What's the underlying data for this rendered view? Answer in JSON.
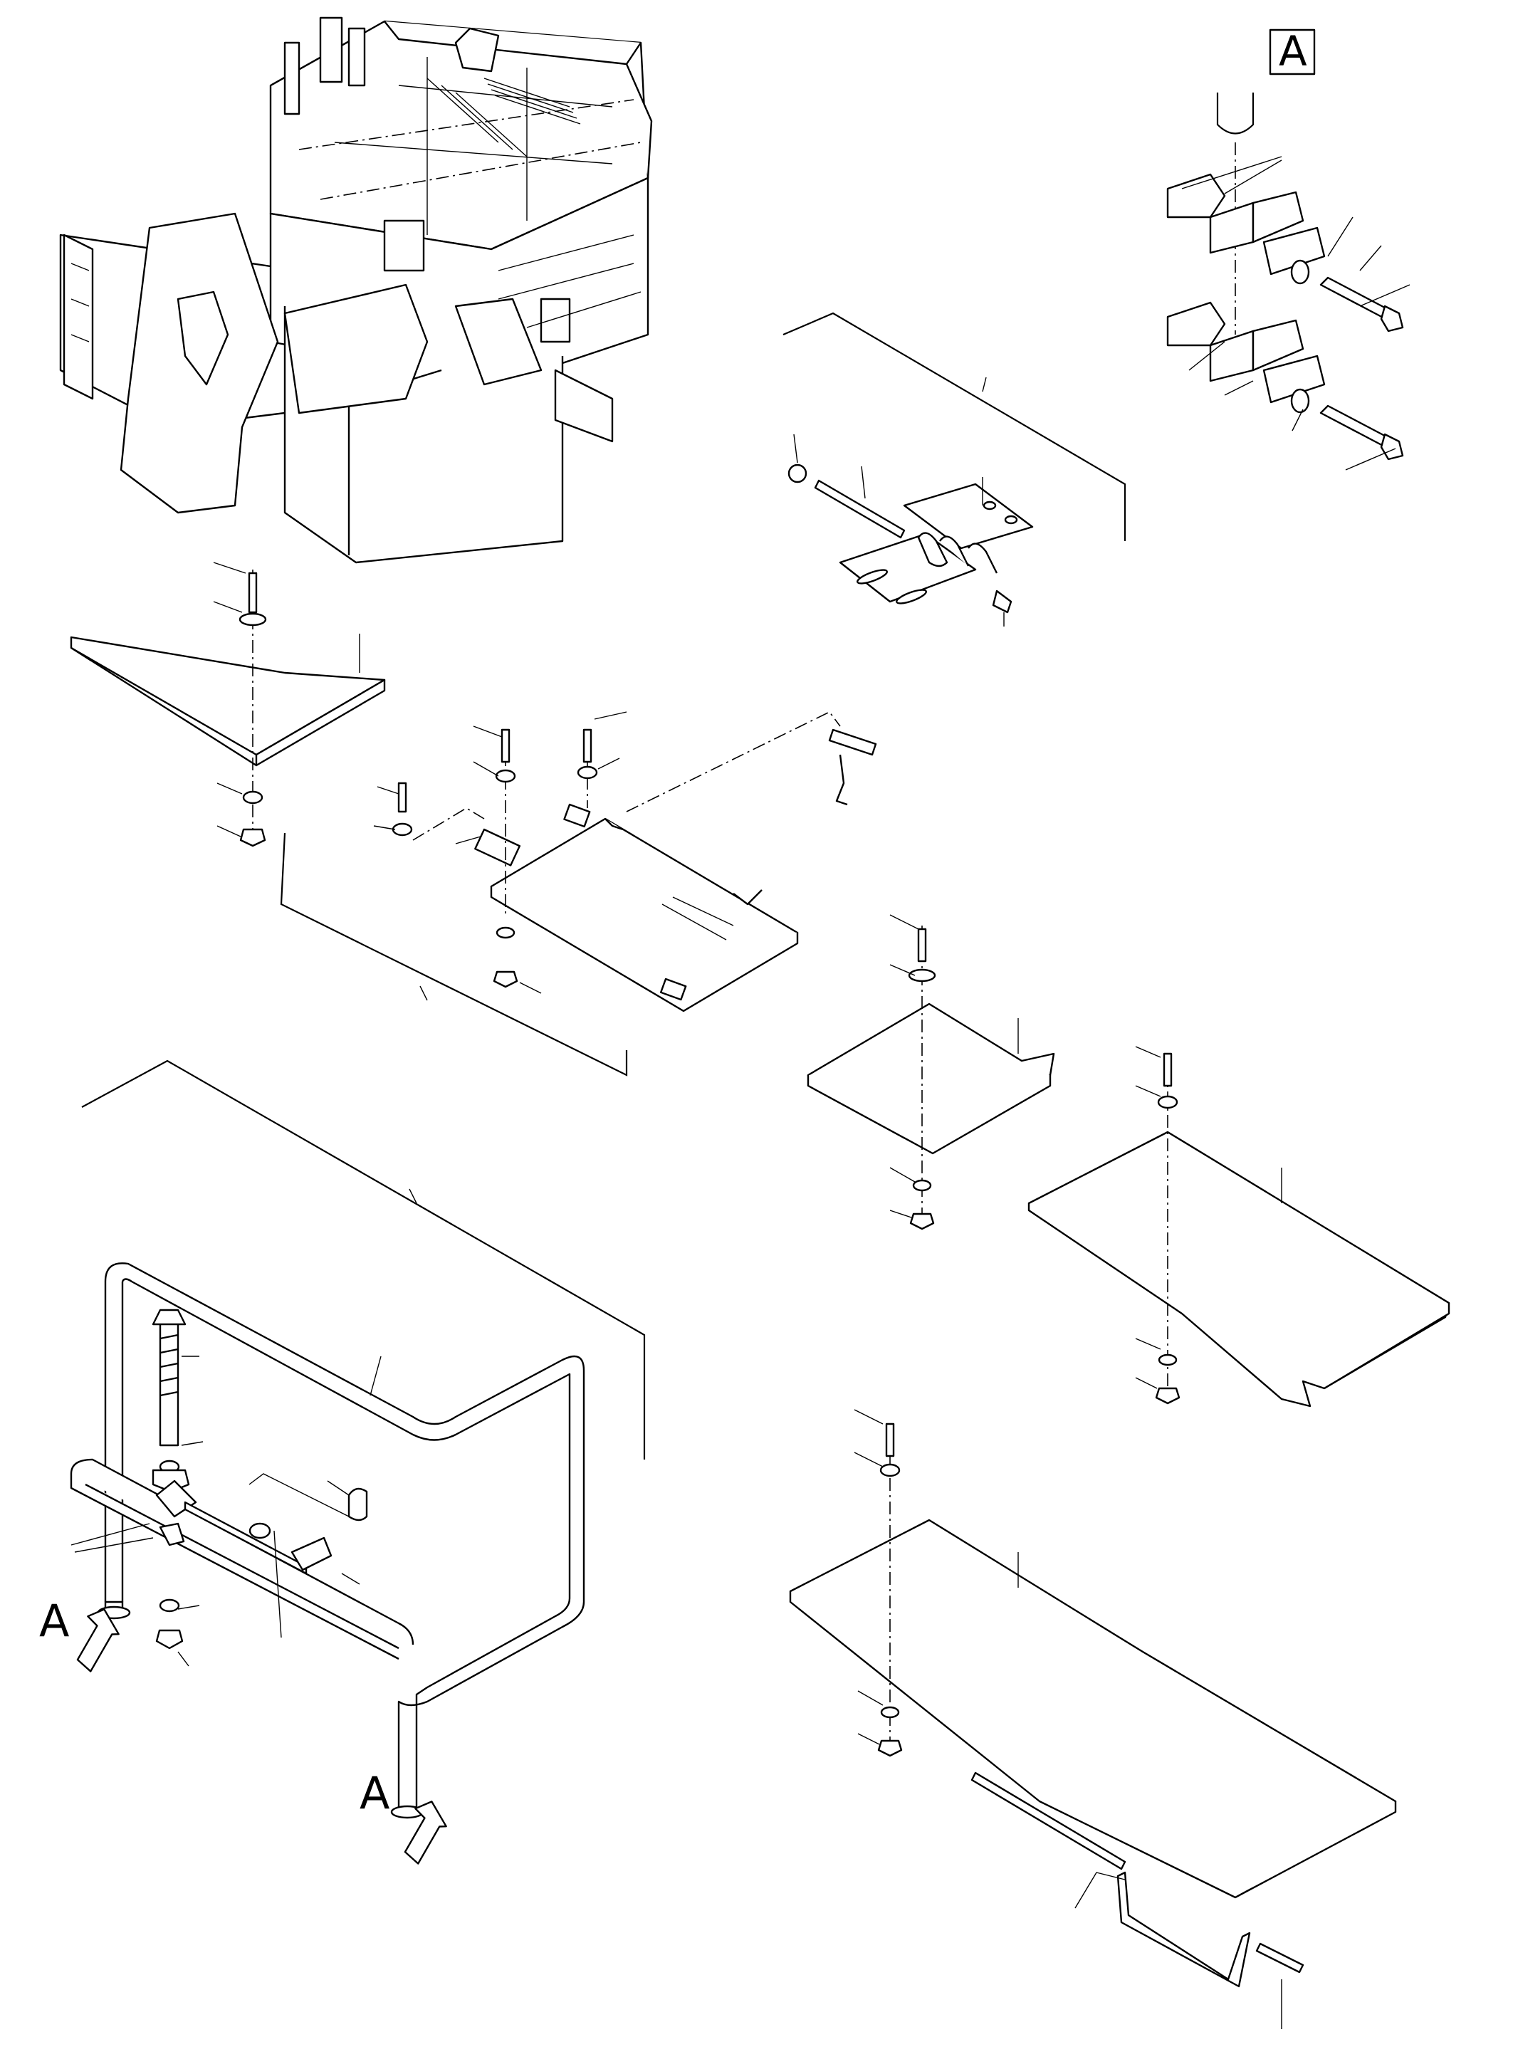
{
  "view_labels": {
    "detail_box": "A",
    "arrow_left": "A",
    "arrow_bottom": "A"
  },
  "icons": [
    "view-arrow-icon"
  ]
}
